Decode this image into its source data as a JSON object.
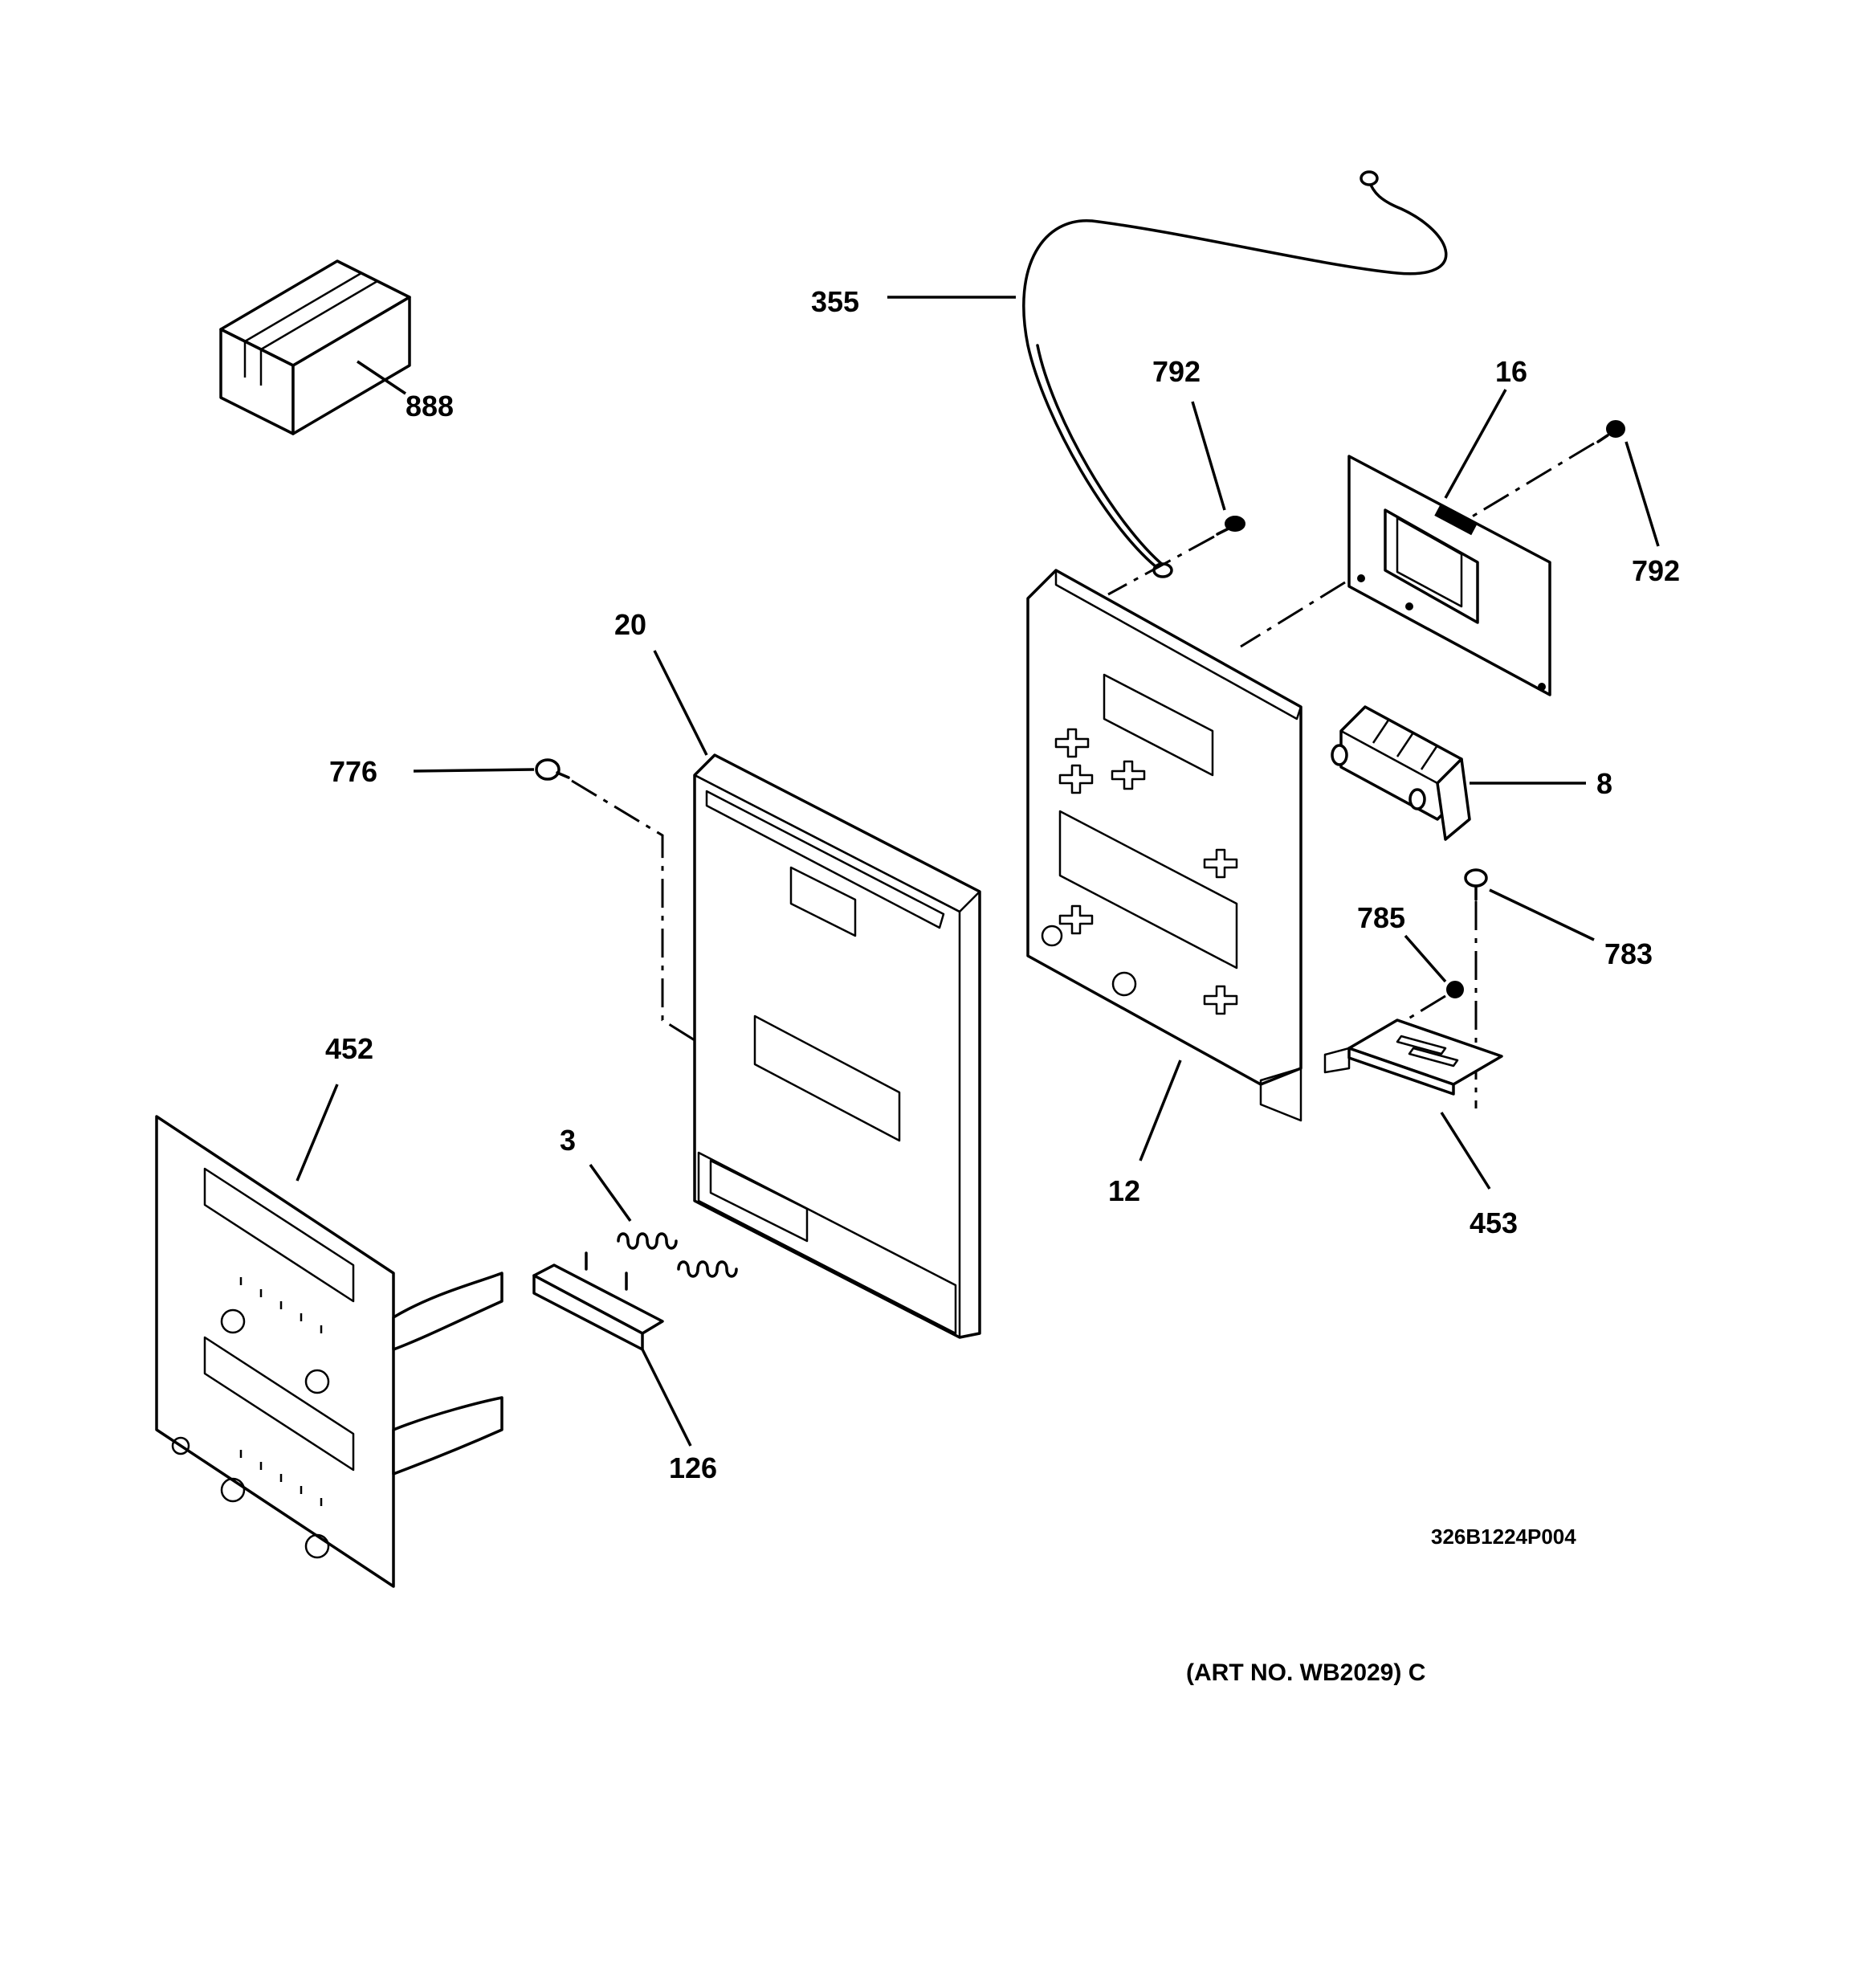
{
  "callouts": {
    "c888": "888",
    "c355": "355",
    "c792a": "792",
    "c16": "16",
    "c792b": "792",
    "c20": "20",
    "c776": "776",
    "c8": "8",
    "c785": "785",
    "c783": "783",
    "c452": "452",
    "c3": "3",
    "c12": "12",
    "c453": "453",
    "c126": "126"
  },
  "drawing_code": "326B1224P004",
  "art_number": "(ART NO. WB2029) C"
}
